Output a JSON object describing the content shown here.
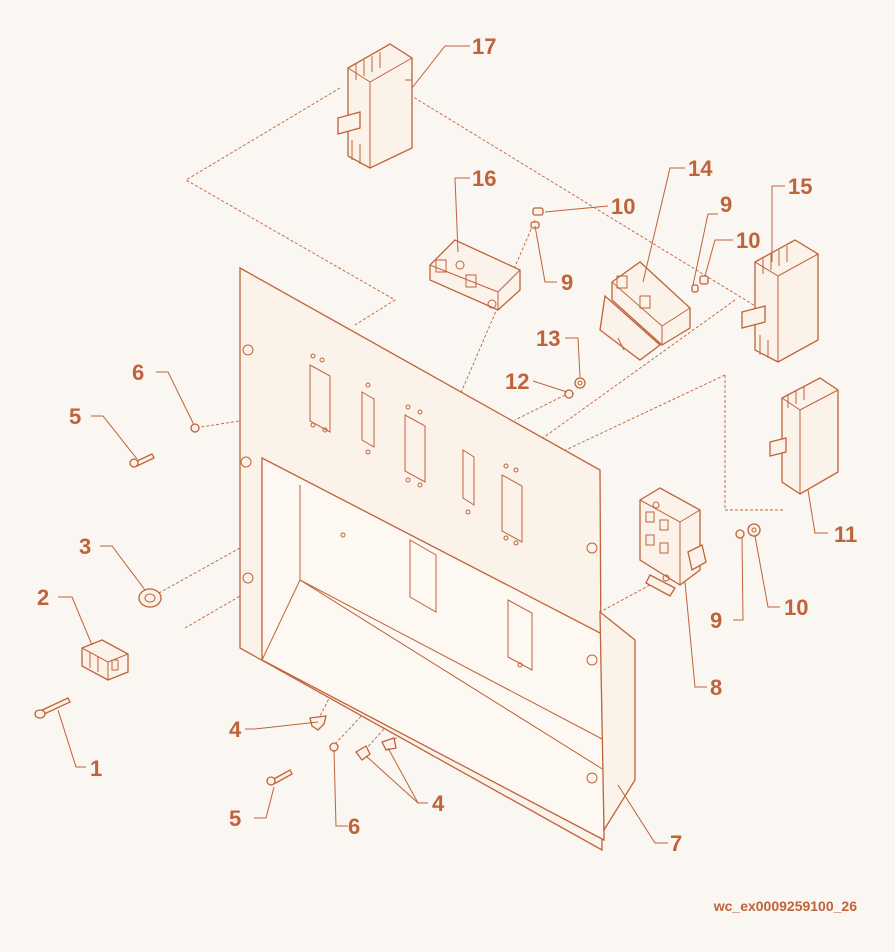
{
  "colors": {
    "ink": "#c0623a",
    "paper": "#faf6f1",
    "part_fill": "#fbf3ea"
  },
  "callouts": [
    {
      "id": "c17",
      "label": "17"
    },
    {
      "id": "c16",
      "label": "16"
    },
    {
      "id": "c14",
      "label": "14"
    },
    {
      "id": "c15",
      "label": "15"
    },
    {
      "id": "c10a",
      "label": "10"
    },
    {
      "id": "c9a",
      "label": "9"
    },
    {
      "id": "c9b",
      "label": "9"
    },
    {
      "id": "c10b",
      "label": "10"
    },
    {
      "id": "c13",
      "label": "13"
    },
    {
      "id": "c12",
      "label": "12"
    },
    {
      "id": "c6a",
      "label": "6"
    },
    {
      "id": "c5a",
      "label": "5"
    },
    {
      "id": "c3",
      "label": "3"
    },
    {
      "id": "c2",
      "label": "2"
    },
    {
      "id": "c1",
      "label": "1"
    },
    {
      "id": "c11",
      "label": "11"
    },
    {
      "id": "c9c",
      "label": "9"
    },
    {
      "id": "c10c",
      "label": "10"
    },
    {
      "id": "c8",
      "label": "8"
    },
    {
      "id": "c4a",
      "label": "4"
    },
    {
      "id": "c5b",
      "label": "5"
    },
    {
      "id": "c6b",
      "label": "6"
    },
    {
      "id": "c4b",
      "label": "4"
    },
    {
      "id": "c7",
      "label": "7"
    }
  ],
  "drawing_id": "wc_ex0009259100_26"
}
